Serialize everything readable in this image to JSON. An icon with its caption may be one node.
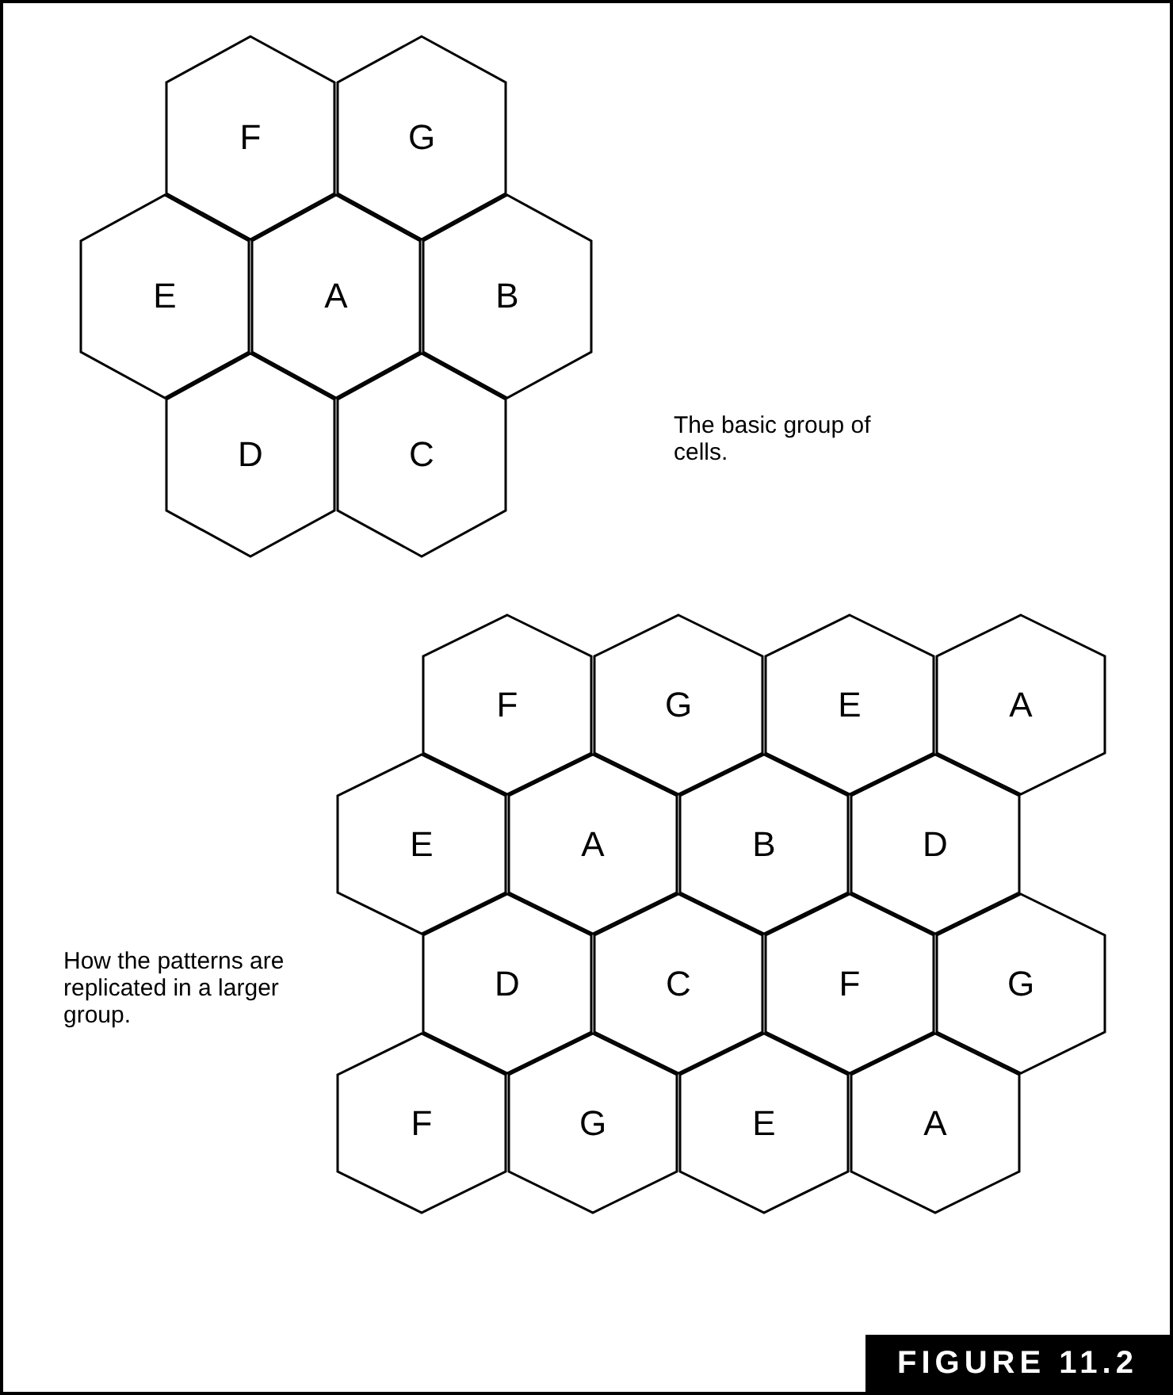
{
  "diagram": {
    "caption": "FIGURE 11.2",
    "nodes": [
      {
        "text": [
          "F"
        ]
      },
      {
        "text": [
          "G"
        ]
      },
      {
        "text": [
          "E"
        ]
      },
      {
        "text": [
          "A"
        ]
      },
      {
        "text": [
          "B"
        ]
      },
      {
        "text": [
          "D"
        ]
      },
      {
        "text": [
          "C"
        ]
      },
      {
        "text": [
          "F"
        ]
      },
      {
        "text": [
          "G"
        ]
      },
      {
        "text": [
          "E"
        ]
      },
      {
        "text": [
          "A"
        ]
      },
      {
        "text": [
          "E"
        ]
      },
      {
        "text": [
          "A"
        ]
      },
      {
        "text": [
          "B"
        ]
      },
      {
        "text": [
          "D"
        ]
      },
      {
        "text": [
          "D"
        ]
      },
      {
        "text": [
          "C"
        ]
      },
      {
        "text": [
          "F"
        ]
      },
      {
        "text": [
          "G"
        ]
      },
      {
        "text": [
          "F"
        ]
      },
      {
        "text": [
          "G"
        ]
      },
      {
        "text": [
          "E"
        ]
      },
      {
        "text": [
          "A"
        ]
      }
    ],
    "edges": [],
    "labels": [
      "The basic group of cells.",
      "How the patterns are replicated in a larger group."
    ]
  }
}
